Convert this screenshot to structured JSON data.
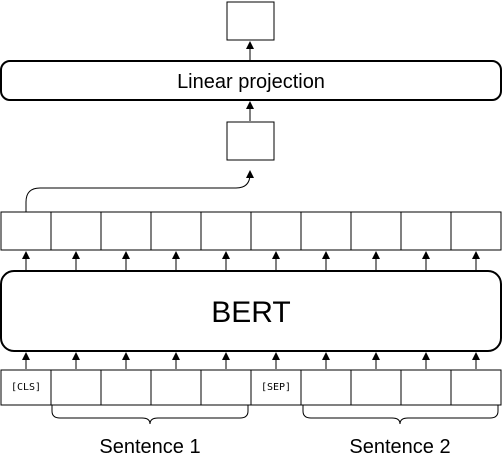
{
  "labels": {
    "projection": "Linear projection",
    "model": "BERT",
    "cls_token": "[CLS]",
    "sep_token": "[SEP]",
    "sentence1": "Sentence 1",
    "sentence2": "Sentence 2"
  },
  "output_token_count": 10,
  "input_token_count": 10
}
